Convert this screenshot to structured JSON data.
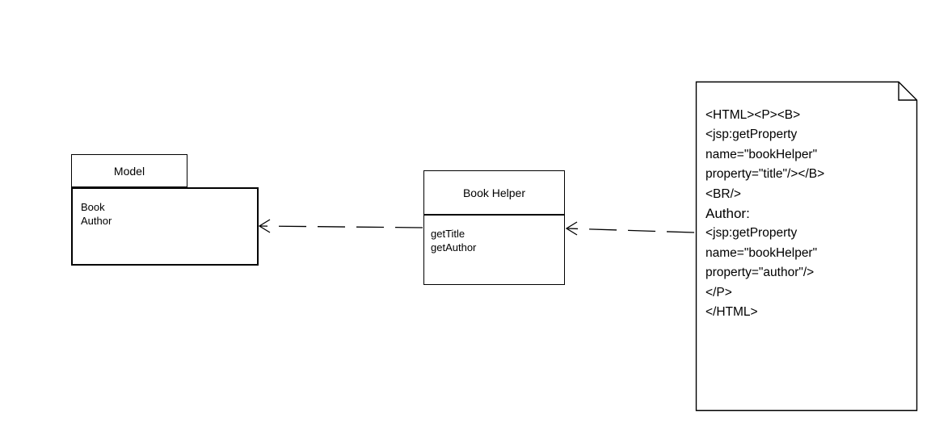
{
  "model": {
    "name": "Model",
    "items": [
      "Book",
      "Author"
    ]
  },
  "book_helper": {
    "name": "Book Helper",
    "operations": [
      "getTitle",
      "getAuthor"
    ]
  },
  "note": {
    "lines": [
      "<HTML><P><B>",
      "<jsp:getProperty",
      "name=\"bookHelper\"",
      "property=\"title\"/></B>",
      "<BR/>",
      "Author:",
      "<jsp:getProperty",
      "name=\"bookHelper\"",
      "property=\"author\"/>",
      "</P>",
      "</HTML>"
    ]
  }
}
